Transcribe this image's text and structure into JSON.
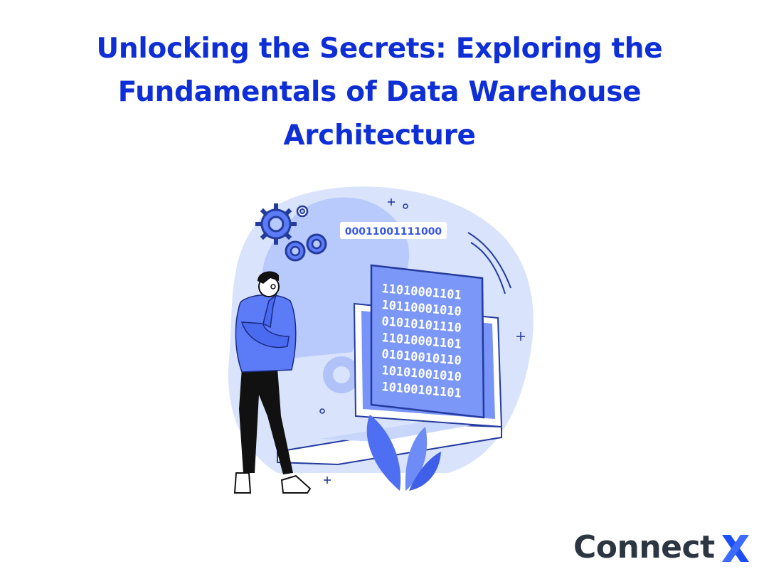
{
  "title_lines": [
    "Unlocking the Secrets: Exploring the",
    "Fundamentals of Data Warehouse",
    "Architecture"
  ],
  "illustration": {
    "badge_code": "00011001111000",
    "screen_lines": [
      "11010001101",
      "10110001010",
      "01010101110",
      "11010001101",
      "01010010110",
      "10101001010",
      "10100101101"
    ]
  },
  "logo": {
    "text": "Connect"
  },
  "colors": {
    "title": "#0f2fd6",
    "accent_blue": "#5b7cf6",
    "light_blue": "#c9d6fb",
    "mid_blue": "#a9bdf9",
    "logo_text": "#2c3642",
    "logo_mark": "#1d4ef5"
  }
}
